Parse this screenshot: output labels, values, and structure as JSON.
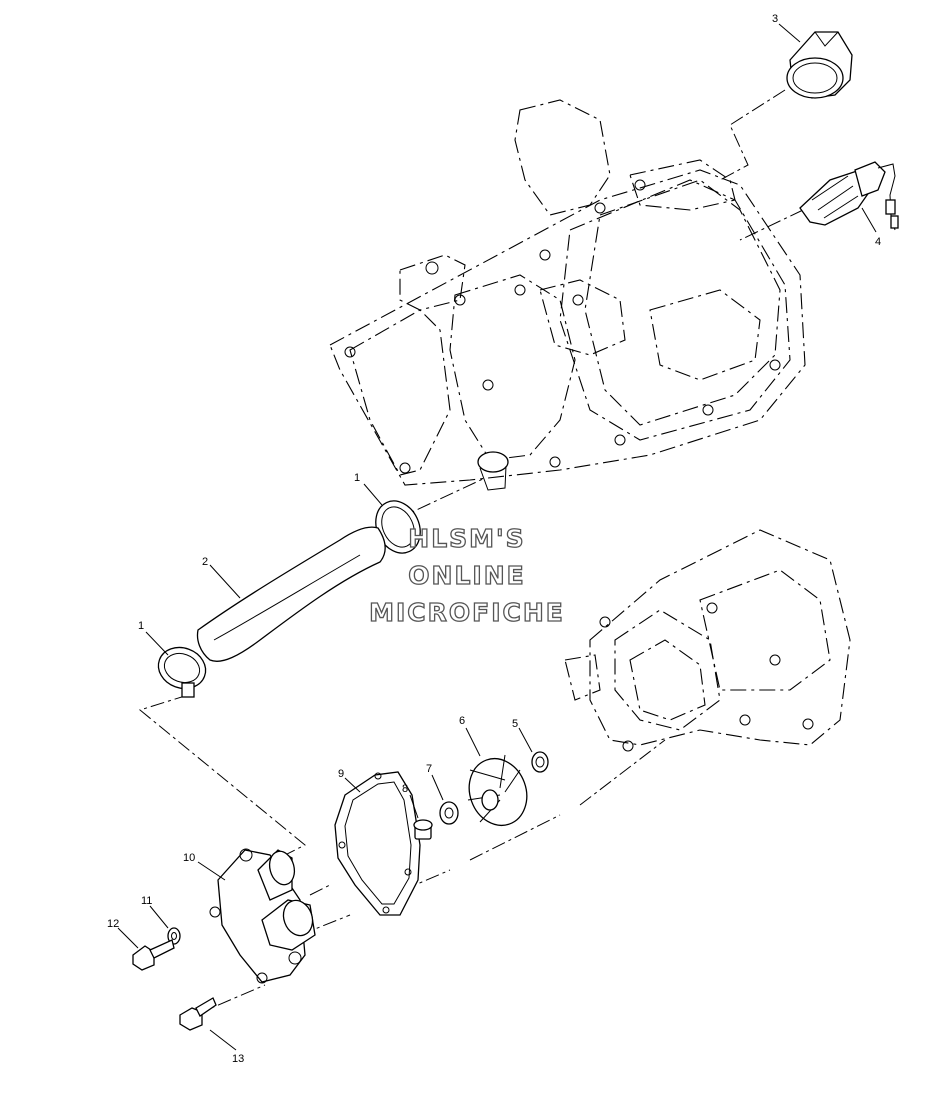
{
  "callouts": {
    "c1a": "1",
    "c1b": "1",
    "c2": "2",
    "c3": "3",
    "c4": "4",
    "c5": "5",
    "c6": "6",
    "c7": "7",
    "c8": "8",
    "c9": "9",
    "c10": "10",
    "c11": "11",
    "c12": "12",
    "c13": "13"
  },
  "watermark": {
    "line1": "HLSM'S",
    "line2": "ONLINE",
    "line3": "MICROFICHE"
  }
}
